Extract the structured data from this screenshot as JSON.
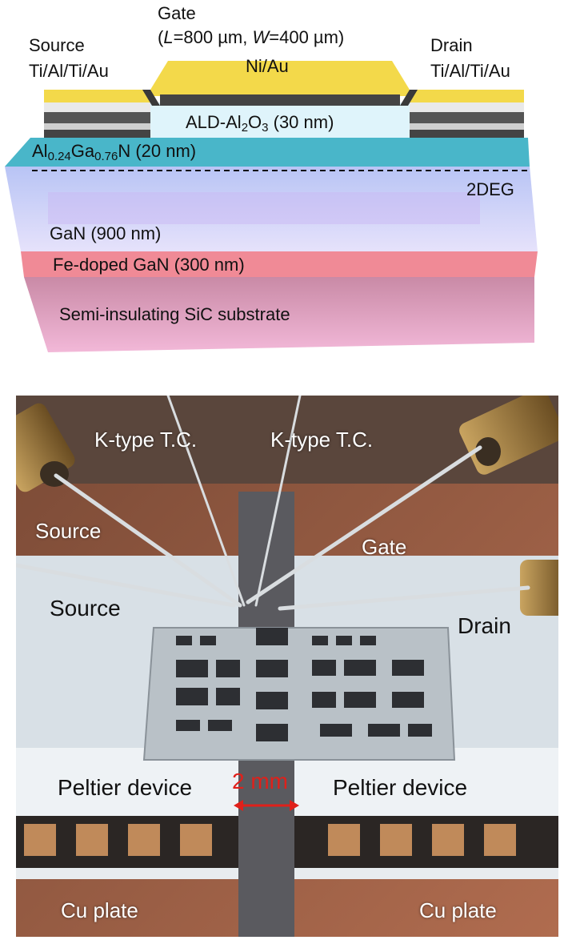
{
  "diagram": {
    "gate": {
      "title": "Gate",
      "dims_L": "L",
      "dims_L_val": "=800 µm, ",
      "dims_W": "W",
      "dims_W_val": "=400 µm)",
      "dims_open": "(",
      "metal": "Ni/Au"
    },
    "source": {
      "title": "Source",
      "metal": "Ti/Al/Ti/Au"
    },
    "drain": {
      "title": "Drain",
      "metal": "Ti/Al/Ti/Au"
    },
    "oxide": {
      "prefix": "ALD-Al",
      "sub1": "2",
      "mid": "O",
      "sub2": "3",
      "suffix": " (30 nm)"
    },
    "barrier": {
      "a": "Al",
      "sub1": "0.24",
      "b": "Ga",
      "sub2": "0.76",
      "c": "N (20 nm)"
    },
    "twodeg": "2DEG",
    "gan": "GaN (900 nm)",
    "fe_gan": "Fe-doped GaN (300 nm)",
    "substrate": "Semi-insulating SiC substrate"
  },
  "photo": {
    "tc_left": "K-type T.C.",
    "tc_right": "K-type T.C.",
    "source_upper": "Source",
    "source_lower": "Source",
    "gate": "Gate",
    "drain": "Drain",
    "peltier_left": "Peltier device",
    "peltier_right": "Peltier device",
    "scale": "2 mm",
    "cu_left": "Cu plate",
    "cu_right": "Cu plate",
    "scale_color": "#e0201a"
  }
}
